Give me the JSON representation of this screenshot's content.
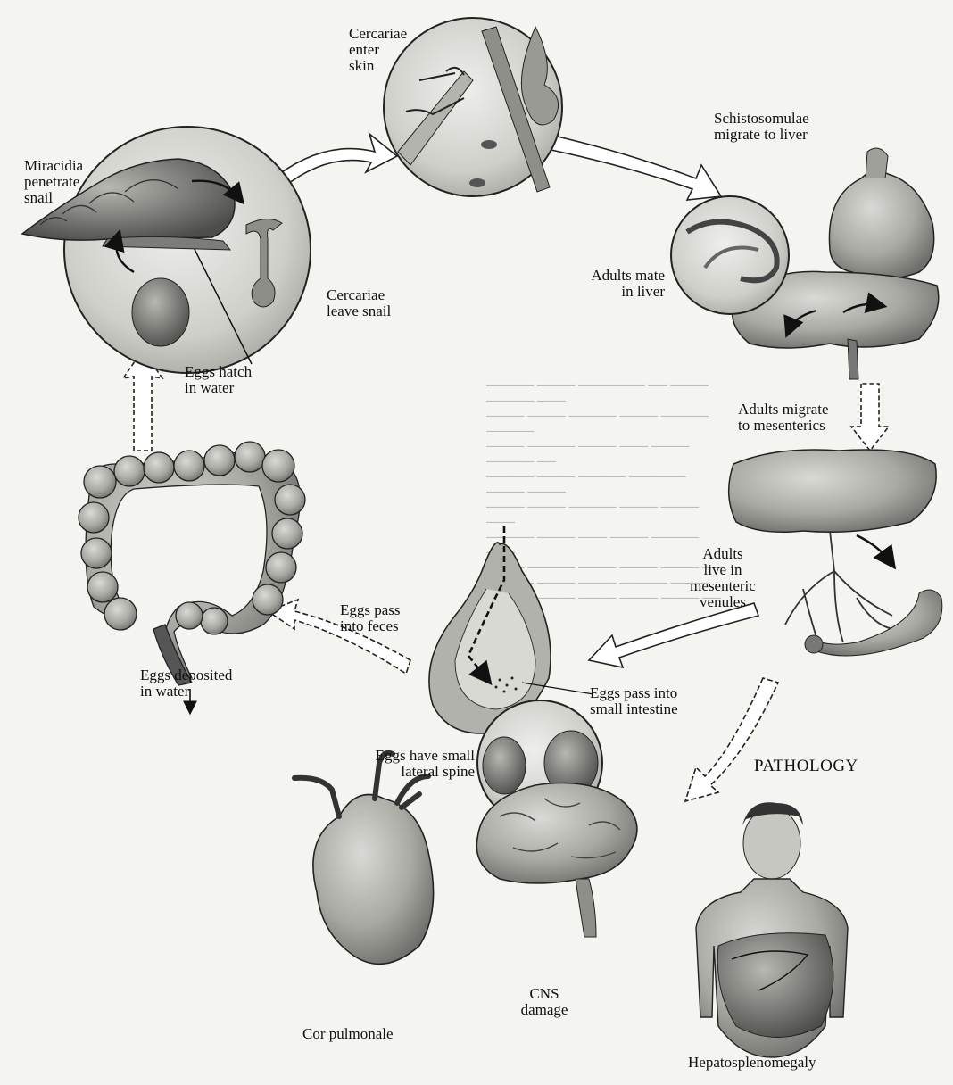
{
  "labels": {
    "miracidia": "Miracidia\npenetrate\nsnail",
    "cercariae_enter": "Cercariae\nenter\nskin",
    "schistosomulae": "Schistosomulae\nmigrate to liver",
    "adults_mate": "Adults mate\nin liver",
    "cercariae_leave": "Cercariae\nleave snail",
    "eggs_hatch": "Eggs hatch\nin water",
    "adults_migrate": "Adults migrate\nto mesenterics",
    "adults_live": "Adults\nlive in\nmesenteric\nvenules",
    "eggs_feces": "Eggs pass\ninto feces",
    "eggs_deposited": "Eggs deposited\nin water",
    "eggs_intestine": "Eggs pass into\nsmall intestine",
    "eggs_spine": "Eggs have small\nlateral spine",
    "pathology": "PATHOLOGY",
    "cns": "CNS\ndamage",
    "cor_pulmonale": "Cor pulmonale",
    "hepato": "Hepatosplenomegaly"
  },
  "colors": {
    "background": "#f4f4f1",
    "ink": "#111111",
    "organ_shade": "#b9b9b4",
    "lens_fill": "#d8d8d4"
  },
  "icons": [
    "snail-icon",
    "skin-icon",
    "liver-icon",
    "heart-icon",
    "colon-icon",
    "mesentery-icon",
    "intestine-icon",
    "egg-icon",
    "brain-icon",
    "patient-icon"
  ]
}
